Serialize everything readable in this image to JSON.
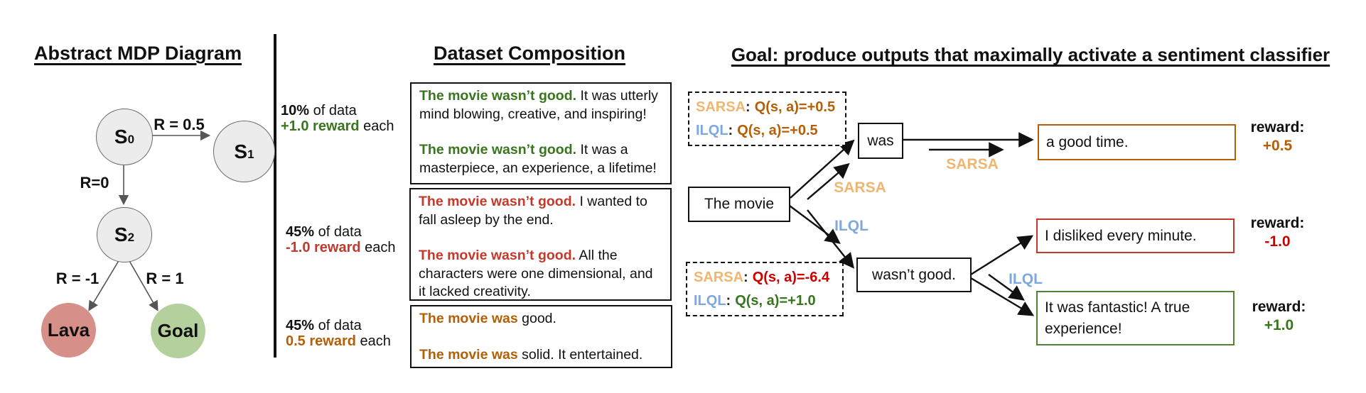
{
  "left": {
    "title": "Abstract MDP Diagram",
    "nodes": {
      "s0": {
        "main": "S",
        "sub": "0"
      },
      "s1": {
        "main": "S",
        "sub": "1"
      },
      "s2": {
        "main": "S",
        "sub": "2"
      },
      "lava": "Lava",
      "goal": "Goal"
    },
    "edges": {
      "s0_s1": "R = 0.5",
      "s0_s2": "R=0",
      "s2_lava": "R = -1",
      "s2_goal": "R = 1"
    }
  },
  "middle": {
    "title": "Dataset Composition",
    "groups": [
      {
        "pct": "10%",
        "pct_rest": " of data",
        "reward": "+1.0 reward",
        "reward_rest": " each",
        "items": [
          {
            "prefix": "The movie wasn’t good.",
            "rest": " It was utterly mind blowing, creative, and inspiring!"
          },
          {
            "prefix": "The movie wasn’t good.",
            "rest": " It was a masterpiece, an experience, a lifetime!"
          }
        ]
      },
      {
        "pct": "45%",
        "pct_rest": " of data",
        "reward": "-1.0 reward",
        "reward_rest": " each",
        "items": [
          {
            "prefix": "The movie wasn’t good.",
            "rest": " I wanted to fall asleep by the end."
          },
          {
            "prefix": "The movie wasn’t good.",
            "rest": " All the characters were one dimensional, and it lacked creativity."
          }
        ]
      },
      {
        "pct": "45%",
        "pct_rest": " of data",
        "reward": "0.5 reward",
        "reward_rest": " each",
        "items": [
          {
            "prefix": "The movie was",
            "rest": " good."
          },
          {
            "prefix": "The movie was",
            "rest": " solid. It entertained."
          }
        ]
      }
    ]
  },
  "right": {
    "title": "Goal: produce outputs that maximally activate a sentiment classifier",
    "sep": ":",
    "qbox_top": {
      "sarsa_label": "SARSA",
      "sarsa_q": "Q(s, a)=+0.5",
      "ilql_label": "ILQL",
      "ilql_q": "Q(s, a)=+0.5"
    },
    "qbox_bottom": {
      "sarsa_label": "SARSA",
      "sarsa_q": "Q(s, a)=-6.4",
      "ilql_label": "ILQL",
      "ilql_q": "Q(s, a)=+1.0"
    },
    "nodes": {
      "root": "The movie",
      "was": "was",
      "wasnt": "wasn’t good.",
      "good_time": "a good time.",
      "disliked": "I disliked every minute.",
      "fantastic": "It was fantastic! A true experience!"
    },
    "edge_labels": {
      "sarsa_branch": "SARSA",
      "ilql_branch": "ILQL",
      "sarsa_step": "SARSA",
      "ilql_step": "ILQL"
    },
    "rewards": [
      {
        "label": "reward:",
        "value": "+0.5"
      },
      {
        "label": "reward:",
        "value": "-1.0"
      },
      {
        "label": "reward:",
        "value": "+1.0"
      }
    ]
  },
  "colors": {
    "green_text": "#38761d",
    "red_text": "#c3392b",
    "orange_text": "#b45f06",
    "sarsa_tan": "#f0b670",
    "ilql_blue": "#7fa8dc",
    "q_red": "#cc0000",
    "reward_pos_border": "#b45f06",
    "reward_neg_border": "#c0392b",
    "reward_good_border": "#538135",
    "lava_fill": "#d78f89",
    "goal_fill": "#b4d09c",
    "state_fill": "#ececec"
  }
}
